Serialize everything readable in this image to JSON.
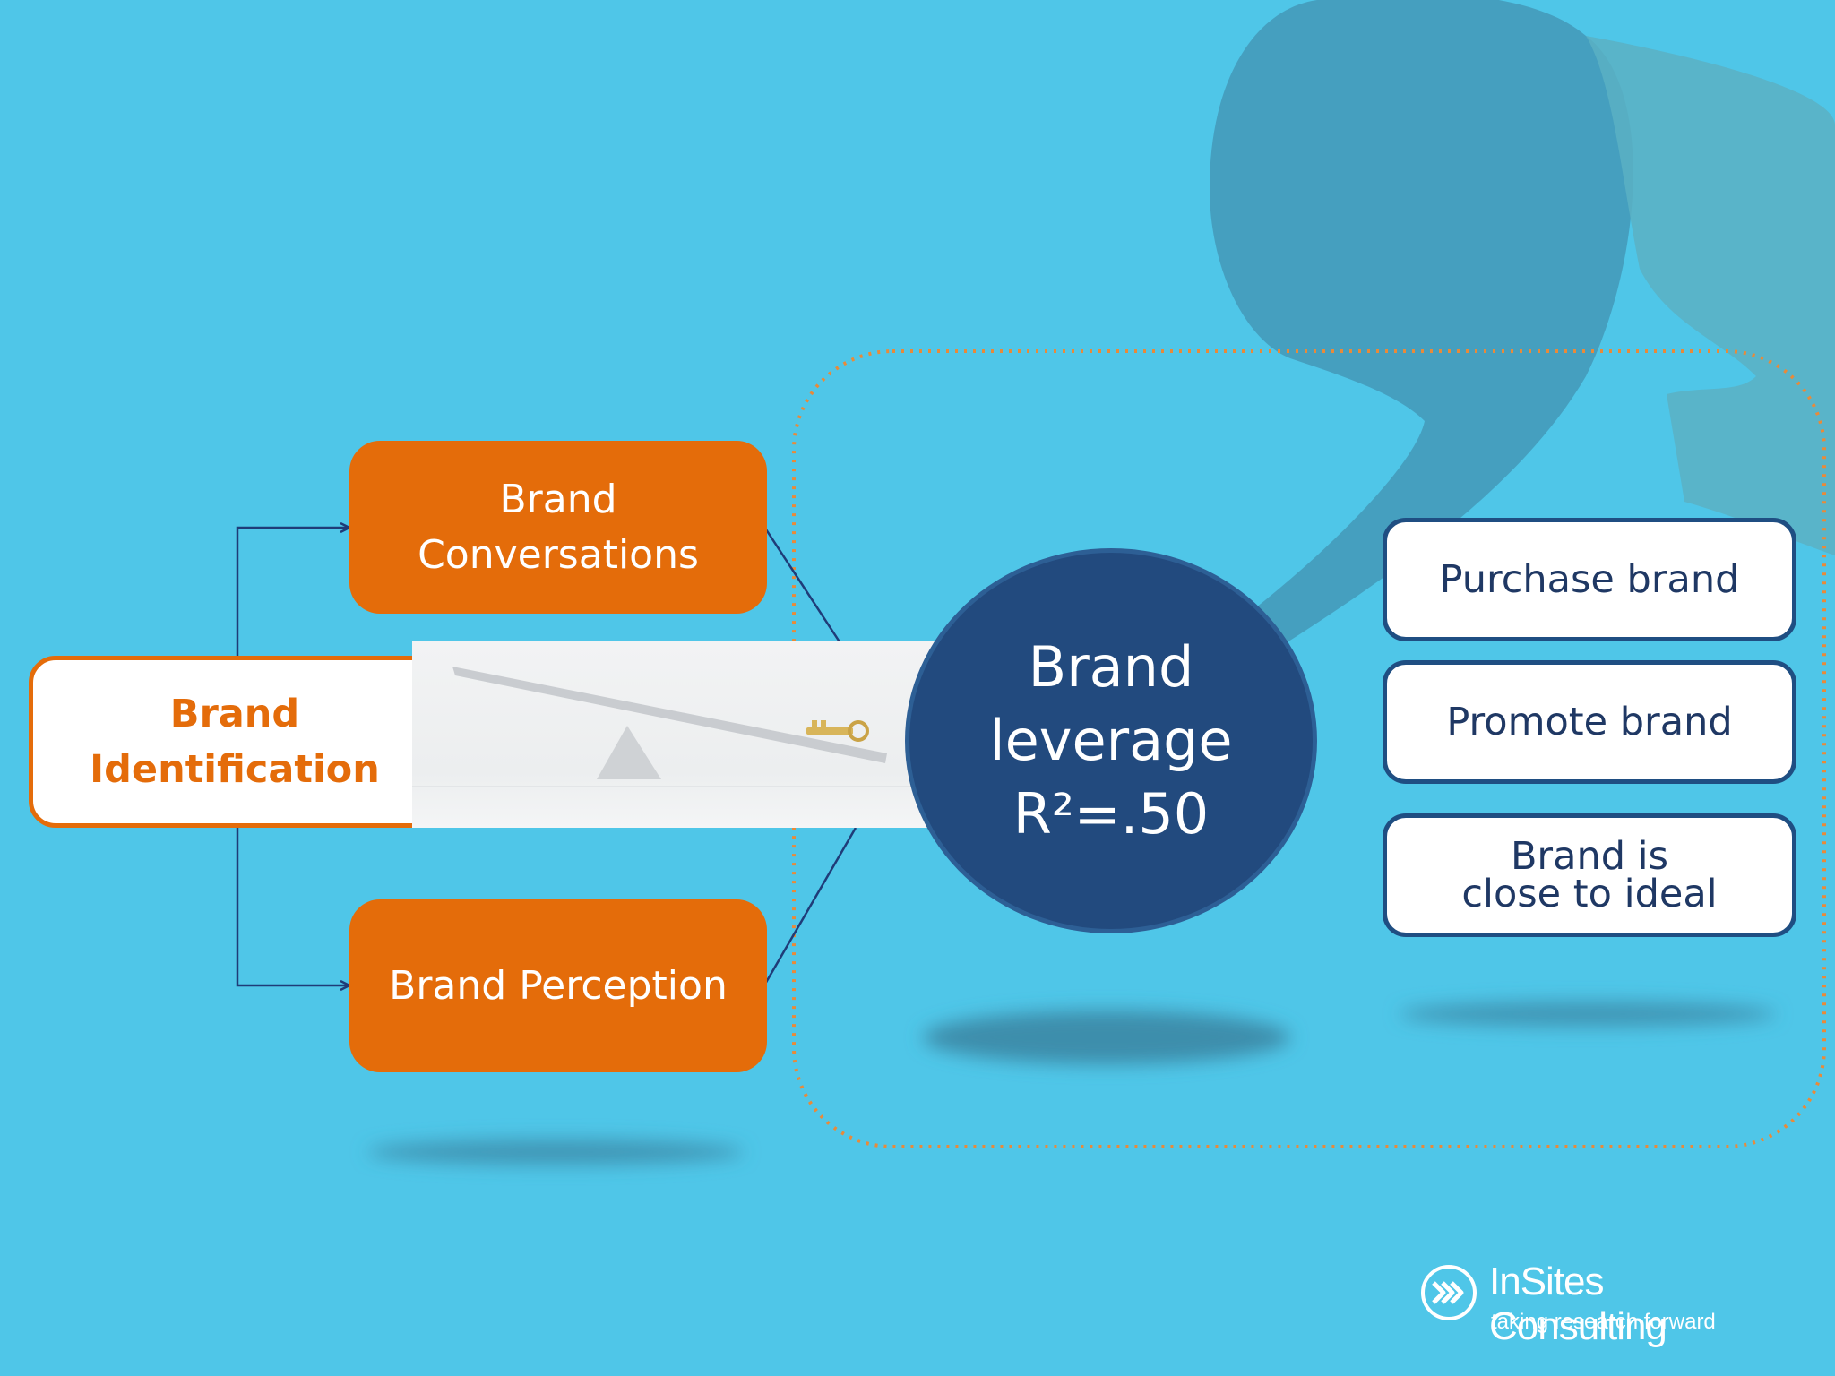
{
  "nodes": {
    "brand_identification": "Brand\nIdentification",
    "brand_conversations": "Brand\nConversations",
    "brand_perception": "Brand Perception",
    "brand_leverage": "Brand\nleverage\nR²=.50"
  },
  "outcomes": {
    "purchase": "Purchase brand",
    "promote": "Promote brand",
    "ideal": "Brand is\nclose to ideal"
  },
  "branding": {
    "company": "InSites Consulting",
    "tagline": "taking research forward"
  },
  "colors": {
    "background": "#4fc6e8",
    "orange": "#e46c0a",
    "navy": "#224a7e"
  }
}
